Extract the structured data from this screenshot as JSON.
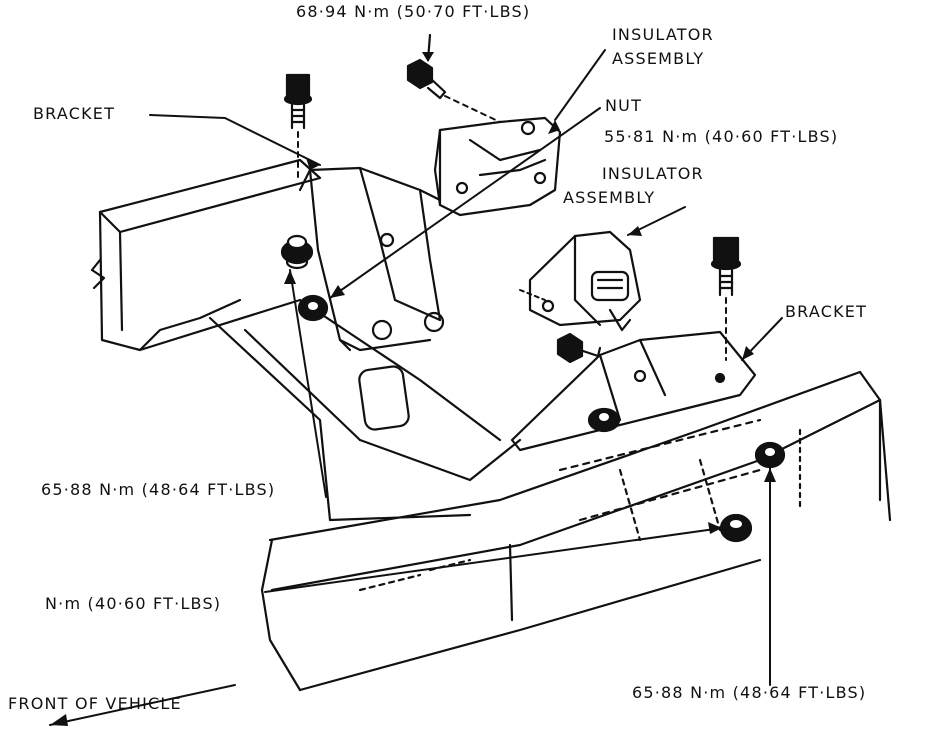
{
  "labels": {
    "torque_top": "68·94 N·m (50·70 FT·LBS)",
    "insulator_assembly_1_line1": "INSULATOR",
    "insulator_assembly_1_line2": "ASSEMBLY",
    "bracket_left": "BRACKET",
    "nut": "NUT",
    "nut_torque": "55·81 N·m (40·60 FT·LBS)",
    "insulator_assembly_2_line1": "INSULATOR",
    "insulator_assembly_2_line2": "ASSEMBLY",
    "bracket_right": "BRACKET",
    "torque_left_bolt": "65·88 N·m (48·64 FT·LBS)",
    "torque_frame": "N·m (40·60 FT·LBS)",
    "torque_bottom_right": "65·88 N·m (48·64 FT·LBS)",
    "front_of_vehicle": "FRONT OF VEHICLE"
  },
  "colors": {
    "ink": "#111111",
    "paper": "#ffffff"
  }
}
